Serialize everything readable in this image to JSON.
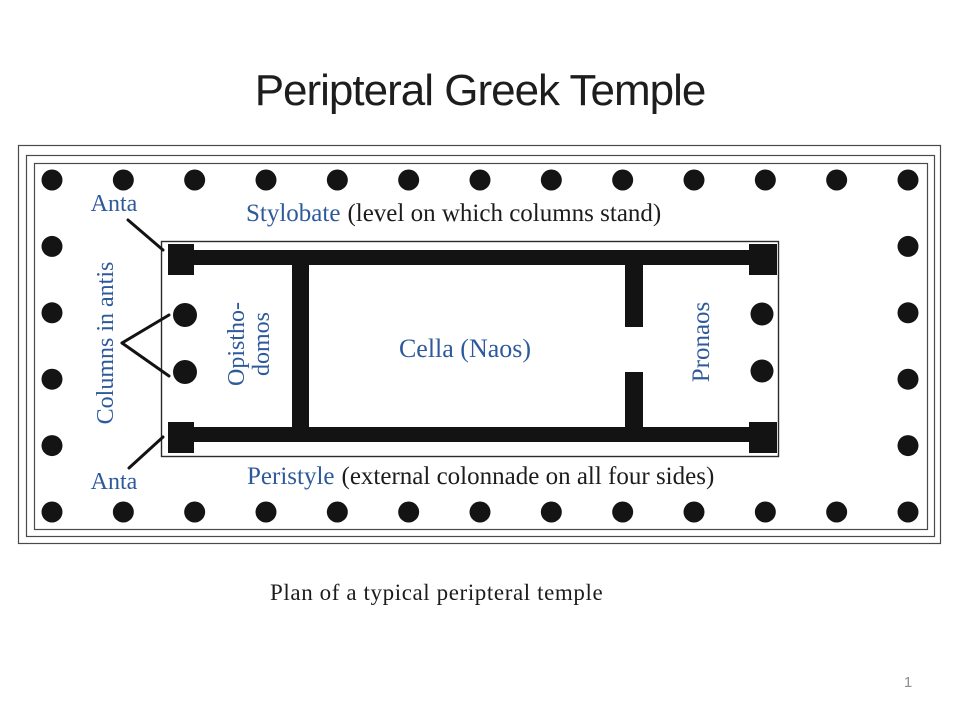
{
  "slide": {
    "title": "Peripteral Greek Temple",
    "caption": "Plan of a typical peripteral temple",
    "page_number": "1"
  },
  "diagram": {
    "labels": {
      "anta_top": "Anta",
      "anta_bottom": "Anta",
      "stylobate_term": "Stylobate",
      "stylobate_desc": "(level on which columns stand)",
      "columns_in_antis": "Columns in antis",
      "opisthodomos_line1": "Opistho-",
      "opisthodomos_line2": "domos",
      "cella": "Cella (Naos)",
      "pronaos": "Pronaos",
      "peristyle_term": "Peristyle",
      "peristyle_desc": "(external colonnade on all four sides)"
    },
    "colors": {
      "label_blue": "#2e5a9c",
      "ink_black": "#131313",
      "page_number_gray": "#8f8f8f"
    },
    "peristyle_columns": {
      "long_side_count": 13,
      "short_side_count": 6
    },
    "porch_columns": {
      "opisthodomos": 2,
      "pronaos": 2
    }
  }
}
